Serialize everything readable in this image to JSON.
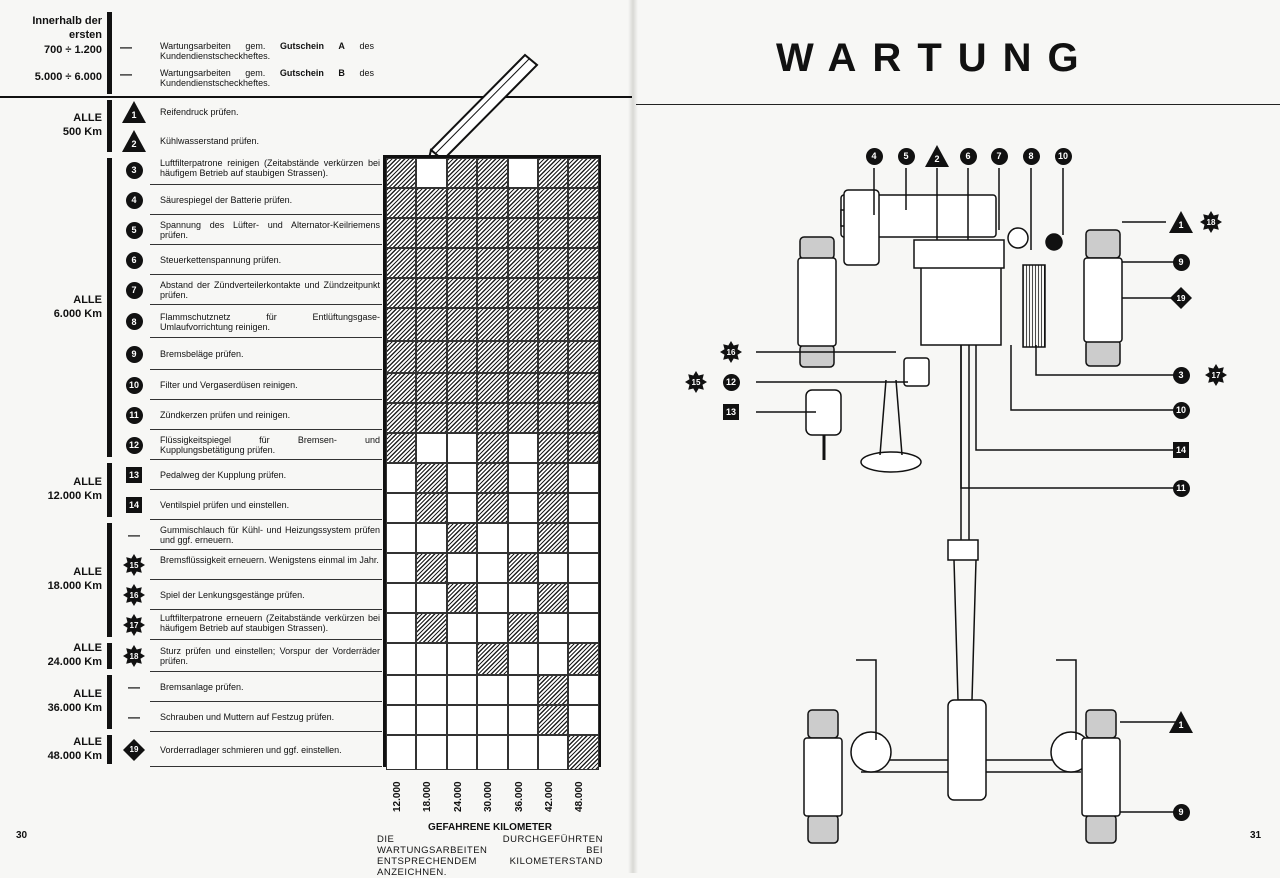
{
  "page_left_number": "30",
  "page_right_number": "31",
  "header": {
    "group_label": "Innerhalb der ersten",
    "rows": [
      {
        "range": "700 ÷ 1.200",
        "dash": "—",
        "text_pre": "Wartungsarbeiten gem. ",
        "bold": "Gutschein A",
        "text_post": " des Kundendienstscheckheftes."
      },
      {
        "range": "5.000 ÷ 6.000",
        "dash": "—",
        "text_pre": "Wartungsarbeiten gem. ",
        "bold": "Gutschein B",
        "text_post": " des Kundendienstscheckheftes."
      }
    ]
  },
  "groups": [
    {
      "label": "ALLE 500 Km"
    },
    {
      "label": "ALLE 6.000 Km"
    },
    {
      "label": "ALLE 12.000 Km"
    },
    {
      "label": "ALLE 18.000 Km"
    },
    {
      "label": "ALLE 24.000 Km"
    },
    {
      "label": "ALLE 36.000 Km"
    },
    {
      "label": "ALLE 48.000 Km"
    }
  ],
  "items": [
    {
      "sym": "tri",
      "num": "1",
      "text": "Reifendruck prüfen."
    },
    {
      "sym": "tri",
      "num": "2",
      "text": "Kühlwasserstand prüfen."
    },
    {
      "sym": "circle",
      "num": "3",
      "text": "Luftfilterpatrone reinigen (Zeitabstände verkürzen bei häufigem Betrieb auf staubigen Strassen)."
    },
    {
      "sym": "circle",
      "num": "4",
      "text": "Säurespiegel der Batterie prüfen."
    },
    {
      "sym": "circle",
      "num": "5",
      "text": "Spannung des Lüfter- und Alternator-Keilriemens prüfen."
    },
    {
      "sym": "circle",
      "num": "6",
      "text": "Steuerkettenspannung prüfen."
    },
    {
      "sym": "circle",
      "num": "7",
      "text": "Abstand der Zündverteilerkontakte und Zündzeitpunkt prüfen."
    },
    {
      "sym": "circle",
      "num": "8",
      "text": "Flammschutznetz für Entlüftungsgase-Umlaufvorrichtung reinigen."
    },
    {
      "sym": "circle",
      "num": "9",
      "text": "Bremsbeläge prüfen."
    },
    {
      "sym": "circle",
      "num": "10",
      "text": "Filter und Vergaserdüsen reinigen."
    },
    {
      "sym": "circle",
      "num": "11",
      "text": "Zündkerzen prüfen und reinigen."
    },
    {
      "sym": "circle",
      "num": "12",
      "text": "Flüssigkeitspiegel für Bremsen- und Kupplungsbetätigung prüfen."
    },
    {
      "sym": "square",
      "num": "13",
      "text": "Pedalweg der Kupplung prüfen."
    },
    {
      "sym": "square",
      "num": "14",
      "text": "Ventilspiel prüfen und einstellen."
    },
    {
      "sym": "dash",
      "num": "—",
      "text": "Gummischlauch für Kühl- und Heizungssystem prüfen und ggf. erneuern."
    },
    {
      "sym": "star",
      "num": "15",
      "text": "Bremsflüssigkeit erneuern. Wenigstens einmal im Jahr."
    },
    {
      "sym": "star",
      "num": "16",
      "text": "Spiel der Lenkungsgestänge prüfen."
    },
    {
      "sym": "star",
      "num": "17",
      "text": "Luftfilterpatrone erneuern (Zeitabstände verkürzen bei häufigem Betrieb auf staubigen Strassen)."
    },
    {
      "sym": "star",
      "num": "18",
      "text": "Sturz prüfen und einstellen; Vorspur der Vorderräder prüfen."
    },
    {
      "sym": "dash",
      "num": "—",
      "text": "Bremsanlage prüfen."
    },
    {
      "sym": "dash",
      "num": "—",
      "text": "Schrauben und Muttern auf Festzug prüfen."
    },
    {
      "sym": "dia",
      "num": "19",
      "text": "Vorderradlager schmieren und ggf. einstellen."
    }
  ],
  "grid": {
    "km_columns": [
      "12.000",
      "18.000",
      "24.000",
      "30.000",
      "36.000",
      "42.000",
      "48.000"
    ],
    "hatched": [
      [
        1,
        0,
        1,
        1,
        0,
        1,
        1
      ],
      [
        1,
        1,
        1,
        1,
        1,
        1,
        1
      ],
      [
        1,
        1,
        1,
        1,
        1,
        1,
        1
      ],
      [
        1,
        1,
        1,
        1,
        1,
        1,
        1
      ],
      [
        1,
        1,
        1,
        1,
        1,
        1,
        1
      ],
      [
        1,
        1,
        1,
        1,
        1,
        1,
        1
      ],
      [
        1,
        1,
        1,
        1,
        1,
        1,
        1
      ],
      [
        1,
        1,
        1,
        1,
        1,
        1,
        1
      ],
      [
        1,
        1,
        1,
        1,
        1,
        1,
        1
      ],
      [
        1,
        0,
        0,
        1,
        0,
        1,
        1
      ],
      [
        0,
        1,
        0,
        1,
        0,
        1,
        0
      ],
      [
        0,
        1,
        0,
        1,
        0,
        1,
        0
      ],
      [
        0,
        0,
        1,
        0,
        0,
        1,
        0
      ],
      [
        0,
        1,
        0,
        0,
        1,
        0,
        0
      ],
      [
        0,
        0,
        1,
        0,
        0,
        1,
        0
      ],
      [
        0,
        1,
        0,
        0,
        1,
        0,
        0
      ],
      [
        0,
        0,
        0,
        1,
        0,
        0,
        1
      ],
      [
        0,
        0,
        0,
        0,
        0,
        1,
        0
      ],
      [
        0,
        0,
        0,
        0,
        0,
        1,
        0
      ],
      [
        0,
        0,
        0,
        0,
        0,
        0,
        1
      ]
    ]
  },
  "footer": {
    "heading": "GEFAHRENE KILOMETER",
    "text": "DIE DURCHGEFÜHRTEN WARTUNGSARBEITEN BEI ENTSPRECHENDEM KILOMETERSTAND ANZEICHNEN."
  },
  "right": {
    "title": "WARTUNG",
    "callouts": [
      "4",
      "5",
      "2",
      "6",
      "7",
      "8",
      "10",
      "1",
      "18",
      "9",
      "19",
      "16",
      "15",
      "12",
      "13",
      "3",
      "17",
      "10",
      "14",
      "11",
      "1",
      "9"
    ]
  },
  "colors": {
    "ink": "#111111",
    "paper": "#f7f7f5",
    "hatch": "#222222"
  }
}
